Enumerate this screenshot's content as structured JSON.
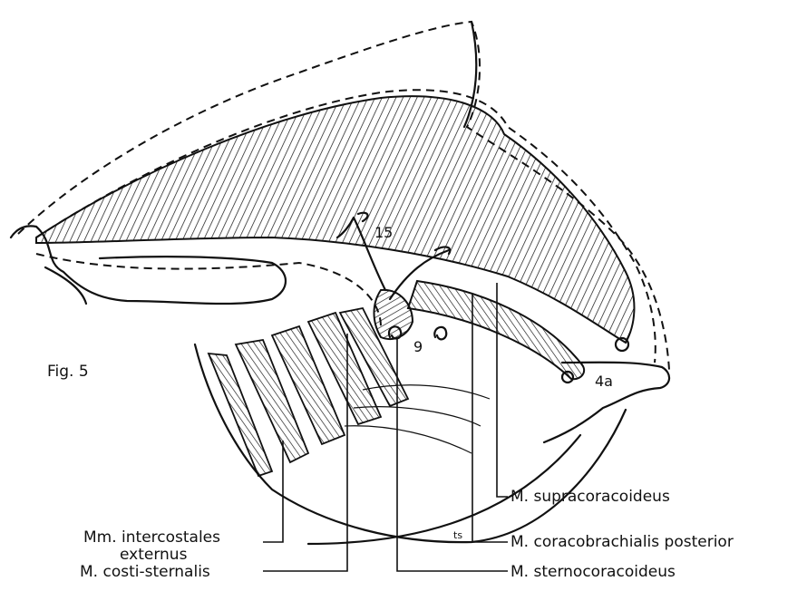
{
  "figure": {
    "caption": "Fig. 5",
    "numbers": {
      "n15": "15",
      "n9": "9",
      "n4a": "4a",
      "ts": "ts"
    },
    "labels": {
      "supracoracoideus": "M. supracoracoideus",
      "intercostales_line1": "Mm. intercostales",
      "intercostales_line2": "externus",
      "coracobrachialis": "M. coracobrachialis posterior",
      "costi_sternalis": "M. costi-sternalis",
      "sternocoracoideus": "M. sternocoracoideus"
    }
  }
}
